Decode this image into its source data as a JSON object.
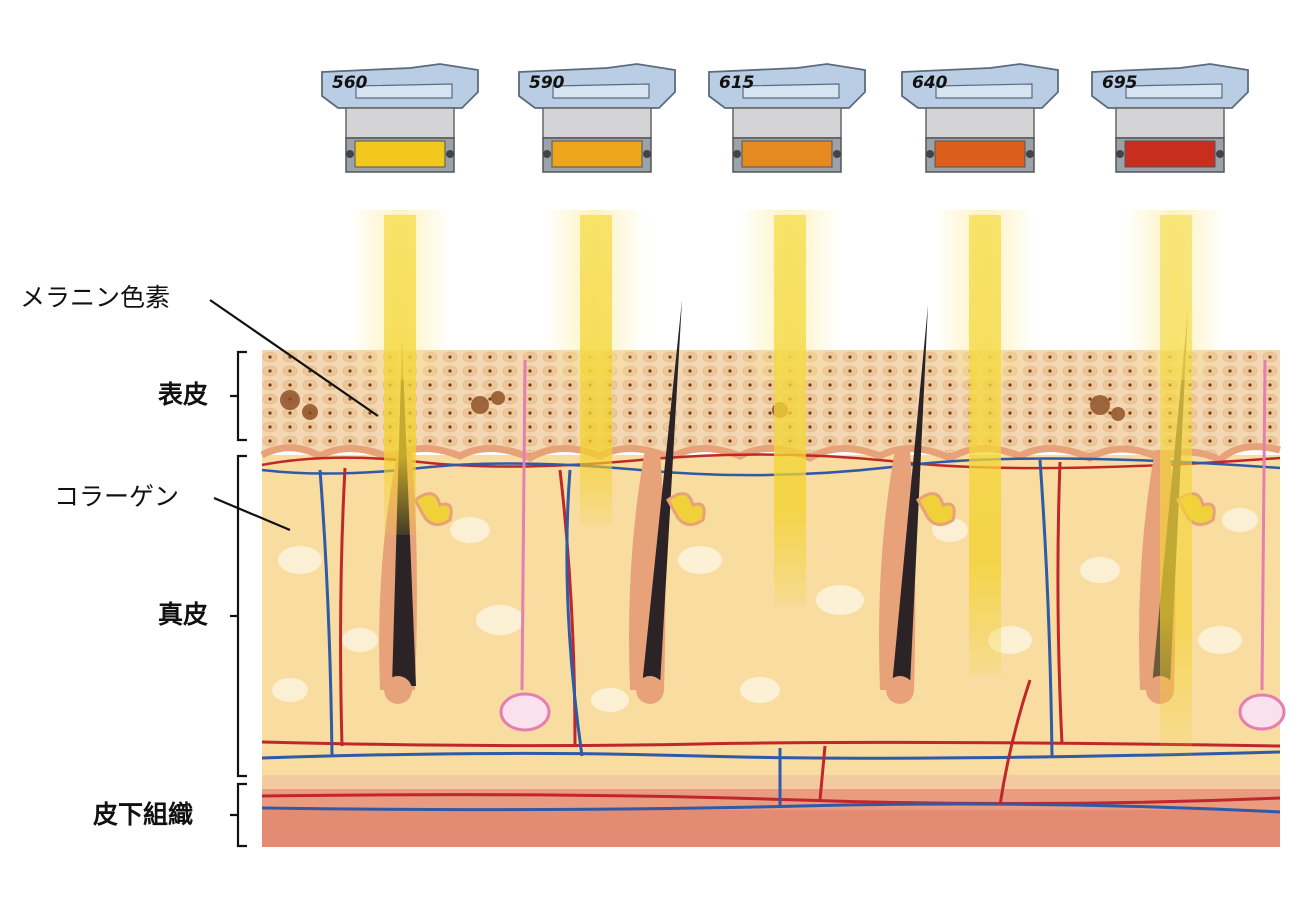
{
  "devices": [
    {
      "wavelength": "560",
      "color": "#f2c81e"
    },
    {
      "wavelength": "590",
      "color": "#eda51c"
    },
    {
      "wavelength": "615",
      "color": "#e58a1e"
    },
    {
      "wavelength": "640",
      "color": "#dc5e1c"
    },
    {
      "wavelength": "695",
      "color": "#c72e1d"
    }
  ],
  "labels": {
    "melanin": "メラニン色素",
    "epidermis": "表皮",
    "collagen": "コラーゲン",
    "dermis": "真皮",
    "subcutaneous": "皮下組織"
  },
  "colors": {
    "beam": "#f3d22c",
    "artery": "#c0272d",
    "vein": "#2e5aa8",
    "dermis": "#f8dca0",
    "epidermis": "#f1c39a",
    "subcutaneous": "#e8967a",
    "hair": "#2b2325",
    "gland_yellow": "#f1d13a",
    "gland_pink": "#e47fb0"
  }
}
